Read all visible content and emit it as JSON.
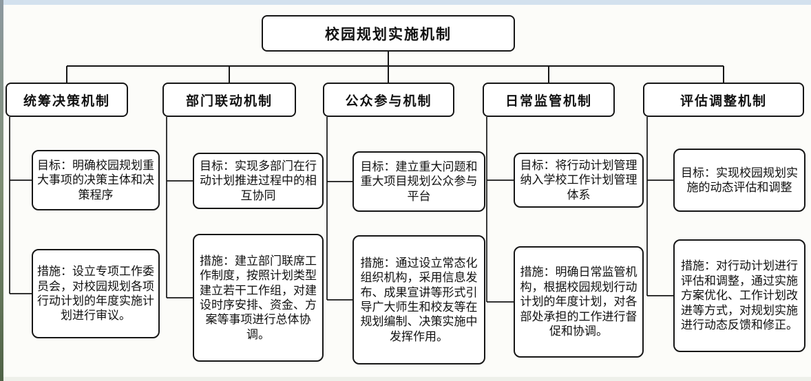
{
  "title": "校园规划实施机制",
  "branches": [
    {
      "name": "统筹决策机制",
      "goal": "目标：明确校园规划重大事项的决策主体和决策程序",
      "measure": "措施：设立专项工作委员会，对校园规划各项行动计划的年度实施计划进行审议。"
    },
    {
      "name": "部门联动机制",
      "goal": "目标：实现多部门在行动计划推进过程中的相互协同",
      "measure": "措施：建立部门联席工作制度，按照计划类型建立若干工作组，对建设时序安排、资金、方案等事项进行总体协调。"
    },
    {
      "name": "公众参与机制",
      "goal": "目标：建立重大问题和重大项目规划公众参与平台",
      "measure": "措施：通过设立常态化组织机构，采用信息发布、成果宣讲等形式引导广大师生和校友等在规划编制、决策实施中发挥作用。"
    },
    {
      "name": "日常监管机制",
      "goal": "目标：将行动计划管理纳入学校工作计划管理体系",
      "measure": "措施：明确日常监管机构，根据校园规划行动计划的年度计划，对各部处承担的工作进行督促和协调。"
    },
    {
      "name": "评估调整机制",
      "goal": "目标：实现校园规划实施的动态评估和调整",
      "measure": "措施：对行动计划进行评估和调整，通过实施方案优化、工作计划改进等方式，对规划实施进行动态反馈和修正。"
    }
  ]
}
